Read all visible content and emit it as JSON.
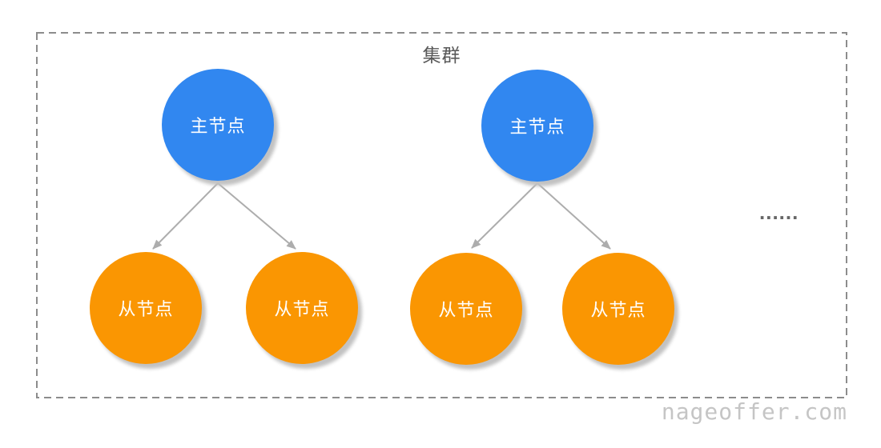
{
  "diagram": {
    "title": "集群",
    "more_indicator": "......",
    "groups": [
      {
        "master": {
          "label": "主节点"
        },
        "slaves": [
          {
            "label": "从节点"
          },
          {
            "label": "从节点"
          }
        ]
      },
      {
        "master": {
          "label": "主节点"
        },
        "slaves": [
          {
            "label": "从节点"
          },
          {
            "label": "从节点"
          }
        ]
      }
    ],
    "colors": {
      "master_fill": "#3187F0",
      "slave_fill": "#FA9602",
      "node_text": "#ffffff",
      "arrow": "#ADADAD",
      "boundary": "#8C8C8C",
      "title_text": "#595959",
      "watermark_text": "#C5C5C5"
    }
  },
  "watermark": "nageoffer.com"
}
